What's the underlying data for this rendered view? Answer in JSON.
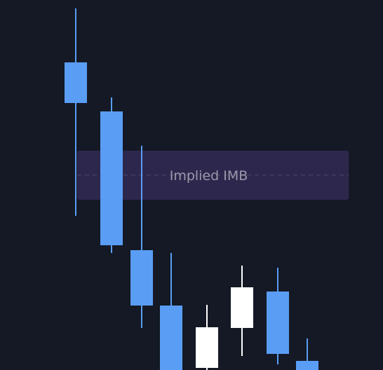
{
  "colors": {
    "background": "#141925",
    "bearish": "#5a9df5",
    "bullish": "#ffffff",
    "zone_fill": "#322a55",
    "zone_text": "#9a9aaa",
    "zone_dash": "#4a4470"
  },
  "chart_data": {
    "type": "candlestick",
    "ylim": [
      0,
      528
    ],
    "grid": false,
    "candles": [
      {
        "x": 108,
        "open": 439,
        "close": 381,
        "high": 516,
        "low": 220
      },
      {
        "x": 159,
        "open": 369,
        "close": 178,
        "high": 389,
        "low": 167
      },
      {
        "x": 202,
        "open": 171,
        "close": 92,
        "high": 320,
        "low": 60
      },
      {
        "x": 244,
        "open": 92,
        "close": 0,
        "high": 167,
        "low": 0
      },
      {
        "x": 295,
        "open": 3,
        "close": 61,
        "high": 93,
        "low": 0
      },
      {
        "x": 345,
        "open": 60,
        "close": 118,
        "high": 149,
        "low": 20
      },
      {
        "x": 396,
        "open": 112,
        "close": 23,
        "high": 146,
        "low": 8
      },
      {
        "x": 438,
        "open": 13,
        "close": 0,
        "high": 45,
        "low": 0
      }
    ],
    "zone": {
      "label": "Implied IMB",
      "y_low": 243,
      "y_high": 313,
      "x_start": 110,
      "x_end": 497
    }
  }
}
